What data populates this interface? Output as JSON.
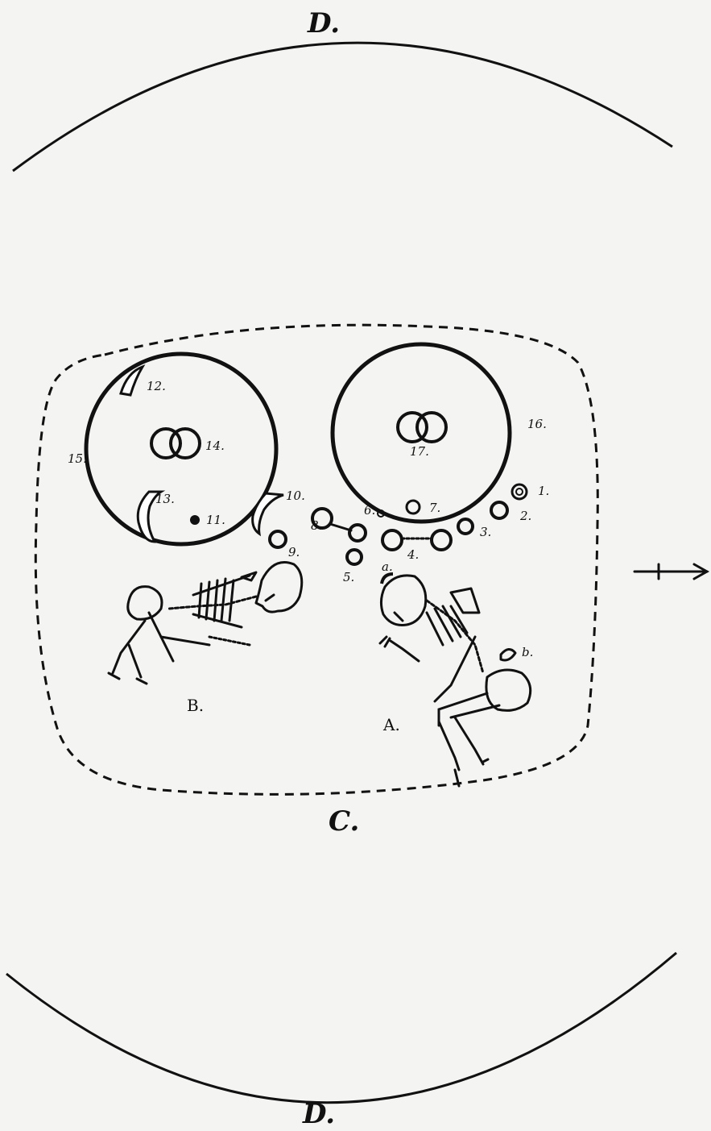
{
  "labels": {
    "top_d": "D.",
    "bottom_d": "D.",
    "trench": "C.",
    "skeleton_a": "A.",
    "skeleton_b": "B.",
    "a_small": "a.",
    "b_small": "b."
  },
  "numbers": {
    "n1": "1.",
    "n2": "2.",
    "n3": "3.",
    "n4": "4.",
    "n5": "5.",
    "n6": "6.",
    "n7": "7.",
    "n8": "8.",
    "n9": "9.",
    "n10": "10.",
    "n11": "11.",
    "n12": "12.",
    "n13": "13.",
    "n14": "14.",
    "n15": "15.",
    "n16": "16.",
    "n17": "17."
  },
  "icons": {
    "direction_arrow": "arrow-right-icon"
  }
}
